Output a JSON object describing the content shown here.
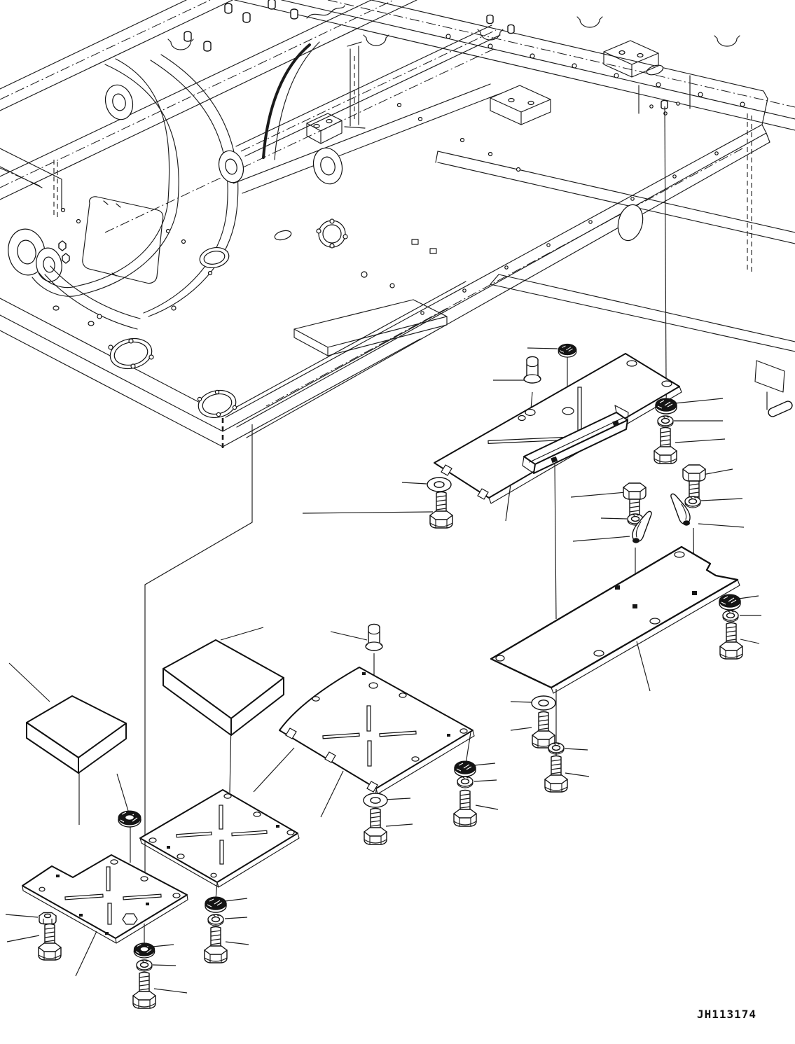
{
  "titleblock": {
    "drawing_code": "JH113174"
  },
  "page": {
    "background": "#ffffff",
    "ink": "#1a1a1a"
  },
  "diagram": {
    "type": "exploded-parts-line-drawing",
    "subject": "revolving-frame-undercover",
    "view": "isometric-underside",
    "groups": [
      {
        "name": "revolving-frame"
      },
      {
        "name": "undercover-rear",
        "features": [
          "channel-stiffener",
          "cap-plug",
          "spacer",
          "slots",
          "notched-edge"
        ]
      },
      {
        "name": "undercover-right",
        "features": [
          "edge-notch",
          "bolt-marks"
        ]
      },
      {
        "name": "undercover-center",
        "features": [
          "cross-slots",
          "spacer"
        ]
      },
      {
        "name": "undercover-left",
        "features": [
          "cross-slots"
        ]
      },
      {
        "name": "undercover-front-left",
        "features": [
          "cross-slots",
          "stepped-corner",
          "hex-hole"
        ]
      },
      {
        "name": "pad-small"
      },
      {
        "name": "pad-large"
      },
      {
        "name": "fasteners",
        "items": [
          "hex-bolt",
          "flat-washer",
          "spring-washer",
          "flange-nut",
          "hex-nut",
          "grommet",
          "wedge-clip"
        ]
      }
    ]
  }
}
